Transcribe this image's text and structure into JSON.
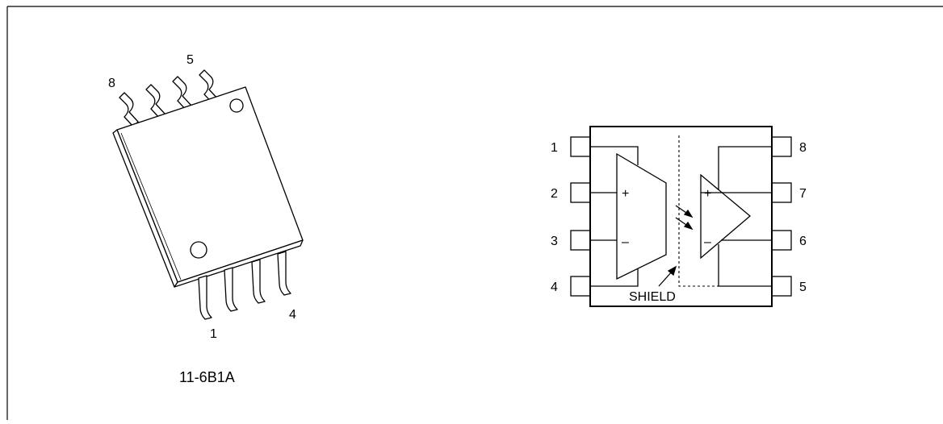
{
  "package": {
    "top_pin_first": "8",
    "top_pin_last": "5",
    "bottom_pin_first": "1",
    "bottom_pin_last": "4",
    "part_code": "11-6B1A"
  },
  "schematic": {
    "left_pins": [
      "1",
      "2",
      "3",
      "4"
    ],
    "right_pins": [
      "8",
      "7",
      "6",
      "5"
    ],
    "input_amp": {
      "plus": "+",
      "minus": "–"
    },
    "output_amp": {
      "plus": "+",
      "minus": "–"
    },
    "shield_label": "SHIELD"
  }
}
